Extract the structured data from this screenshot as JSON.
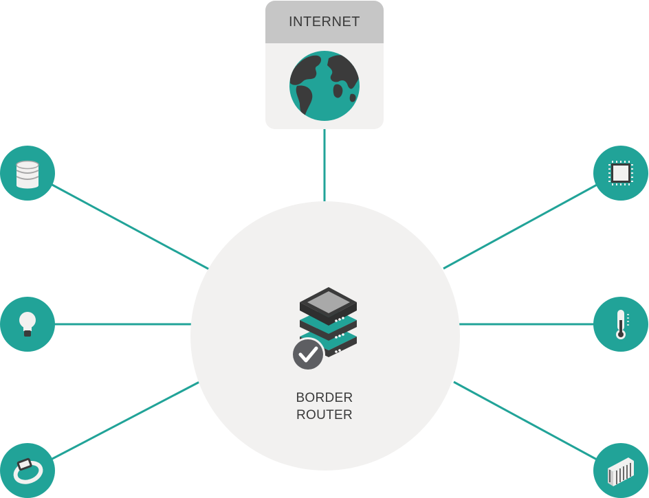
{
  "internet": {
    "label": "INTERNET",
    "icon": "globe-icon"
  },
  "border_router": {
    "line1": "BORDER",
    "line2": "ROUTER",
    "icon": "server-stack-check-icon"
  },
  "devices": [
    {
      "name": "database",
      "icon": "database-icon",
      "side": "left"
    },
    {
      "name": "lightbulb",
      "icon": "lightbulb-icon",
      "side": "left"
    },
    {
      "name": "smartwatch",
      "icon": "smartwatch-icon",
      "side": "left"
    },
    {
      "name": "chip",
      "icon": "chip-icon",
      "side": "right"
    },
    {
      "name": "thermometer",
      "icon": "thermometer-icon",
      "side": "right"
    },
    {
      "name": "radiator",
      "icon": "radiator-icon",
      "side": "right"
    }
  ],
  "colors": {
    "teal": "#21a398",
    "dark": "#3b3b3b",
    "hub": "#f2f1f0",
    "header": "#c6c6c6",
    "line": "#21a398"
  }
}
